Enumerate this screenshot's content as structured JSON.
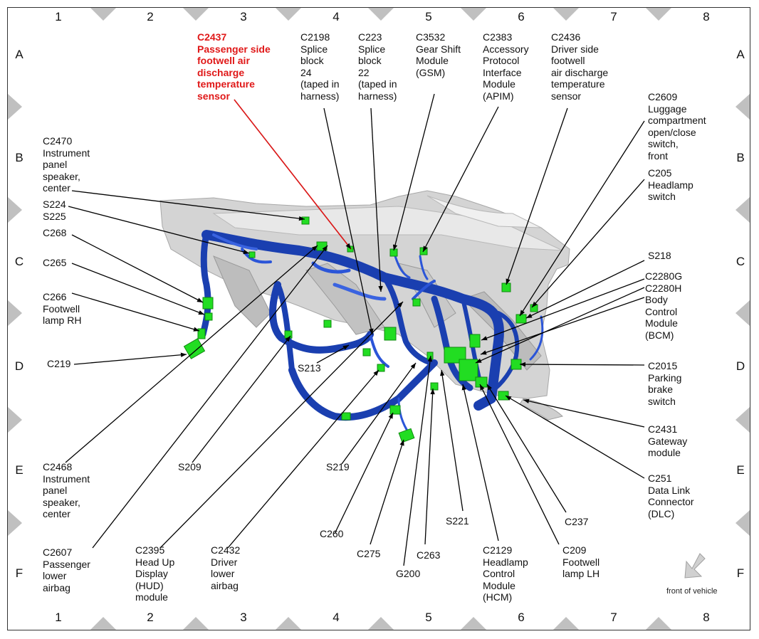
{
  "grid": {
    "columns": [
      "1",
      "2",
      "3",
      "4",
      "5",
      "6",
      "7",
      "8"
    ],
    "rows": [
      "A",
      "B",
      "C",
      "D",
      "E",
      "F"
    ]
  },
  "labels": {
    "c2437": "C2437\nPassenger side\nfootwell air\ndischarge\ntemperature\nsensor",
    "c2198": "C2198\nSplice\nblock\n24\n(taped in\nharness)",
    "c223": "C223\nSplice\nblock\n22\n(taped in\nharness)",
    "c3532": "C3532\nGear Shift\nModule\n(GSM)",
    "c2383": "C2383\nAccessory\nProtocol\nInterface\nModule\n(APIM)",
    "c2436": "C2436\nDriver side\nfootwell\nair discharge\ntemperature\nsensor",
    "c2609": "C2609\nLuggage\ncompartment\nopen/close\nswitch,\nfront",
    "c205": "C205\nHeadlamp\nswitch",
    "s218": "S218",
    "c2280": "C2280G\nC2280H\nBody\nControl\nModule\n(BCM)",
    "c2015": "C2015\nParking\nbrake\nswitch",
    "c2431": "C2431\nGateway\nmodule",
    "c251": "C251\nData Link\nConnector\n(DLC)",
    "c237": "C237",
    "c209": "C209\nFootwell\nlamp LH",
    "c2129": "C2129\nHeadlamp\nControl\nModule\n(HCM)",
    "s221": "S221",
    "c263": "C263",
    "g200": "G200",
    "c275": "C275",
    "c260": "C260",
    "s219": "S219",
    "c2432": "C2432\nDriver\nlower\nairbag",
    "c2395": "C2395\nHead Up\nDisplay\n(HUD)\nmodule",
    "c2607": "C2607\nPassenger\nlower\nairbag",
    "s209": "S209",
    "c2468": "C2468\nInstrument\npanel\nspeaker,\ncenter",
    "s213": "S213",
    "c219": "C219",
    "c266": "C266\nFootwell\nlamp RH",
    "c265": "C265",
    "c268": "C268",
    "s224": "S224\nS225",
    "c2470": "C2470\nInstrument\npanel\nspeaker,\ncenter"
  },
  "legend": {
    "front_of_vehicle": "front of vehicle"
  },
  "colors": {
    "harness": "#1a3fb0",
    "harness_highlight": "#3a63e0",
    "connector": "#22dd22",
    "highlight_label": "#e01818",
    "panel": "#c9c9c9",
    "grid_triangle": "#c0c0c0"
  }
}
